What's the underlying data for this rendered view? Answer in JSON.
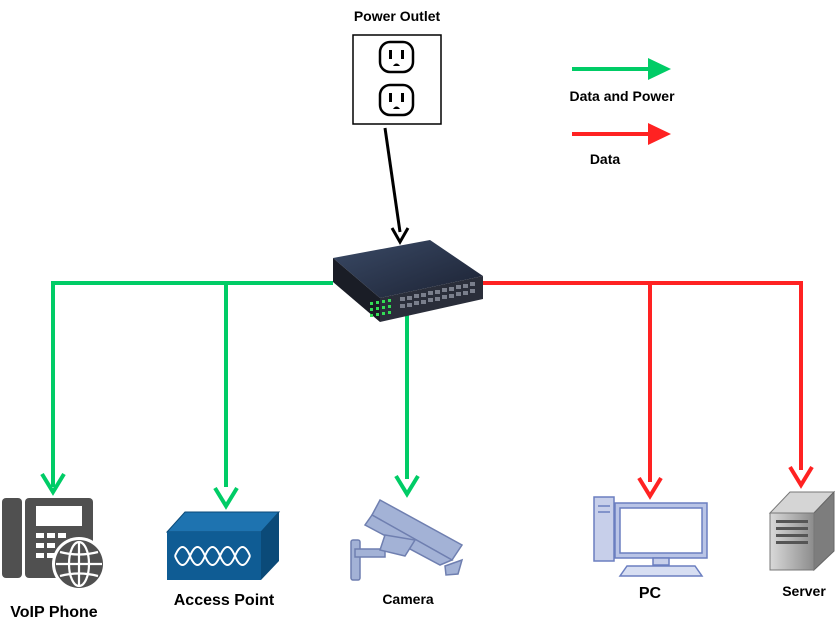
{
  "colors": {
    "power_and_data": "#00cc66",
    "data_only": "#ff3333",
    "power_link": "#000000",
    "device_gray": "#505050",
    "access_point_blue": "#0f5c94",
    "camera_blue": "#8a9cc6",
    "pc_blue": "#6b7fc0"
  },
  "power_outlet": {
    "label": "Power Outlet",
    "sockets": 2
  },
  "legend": {
    "data_and_power_label": "Data and Power",
    "data_label": "Data"
  },
  "switch": {
    "icon": "network-switch-icon"
  },
  "devices": [
    {
      "key": "voip",
      "label": "VoIP Phone",
      "icon": "voip-phone-icon",
      "link": "data_and_power"
    },
    {
      "key": "ap",
      "label": "Access Point",
      "icon": "access-point-icon",
      "link": "data_and_power"
    },
    {
      "key": "camera",
      "label": "Camera",
      "icon": "camera-icon",
      "link": "data_and_power"
    },
    {
      "key": "pc",
      "label": "PC",
      "icon": "pc-icon",
      "link": "data"
    },
    {
      "key": "server",
      "label": "Server",
      "icon": "server-icon",
      "link": "data"
    }
  ]
}
